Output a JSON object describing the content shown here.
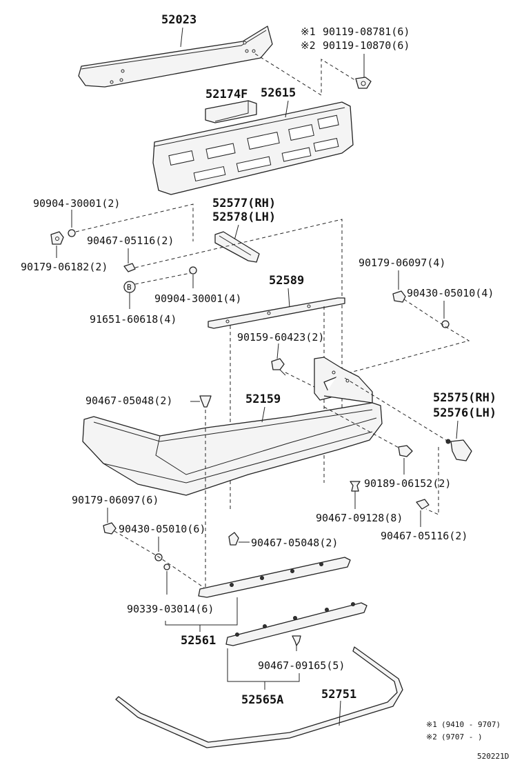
{
  "labels": {
    "p52023": "52023",
    "note1_mark": "※1",
    "note1_part": "90119-08781(6)",
    "note2_mark": "※2",
    "note2_part": "90119-10870(6)",
    "p52174f": "52174F",
    "p52615": "52615",
    "p90904_a": "90904-30001(2)",
    "p52577": "52577(RH)",
    "p52578": "52578(LH)",
    "p90467_05116_a": "90467-05116(2)",
    "p90179_06182": "90179-06182(2)",
    "p90179_06097_a": "90179-06097(4)",
    "p52589": "52589",
    "p90430_05010_a": "90430-05010(4)",
    "p90904_b": "90904-30001(4)",
    "circle_b": "B",
    "p91651": "91651-60618(4)",
    "p90159": "90159-60423(2)",
    "p90467_05048_a": "90467-05048(2)",
    "p52159": "52159",
    "p52575": "52575(RH)",
    "p52576": "52576(LH)",
    "p90179_06097_b": "90179-06097(6)",
    "p90189": "90189-06152(2)",
    "p90430_05010_b": "90430-05010(6)",
    "p90467_09128": "90467-09128(8)",
    "p90467_05048_b": "90467-05048(2)",
    "p90467_05116_b": "90467-05116(2)",
    "p90339": "90339-03014(6)",
    "p52561": "52561",
    "p90467_09165": "90467-09165(5)",
    "p52565a": "52565A",
    "p52751": "52751",
    "foot1_mark": "※1",
    "foot1_range": "(9410 - 9707)",
    "foot2_mark": "※2",
    "foot2_range": "(9707 -        )",
    "diagram_code": "520221D"
  }
}
